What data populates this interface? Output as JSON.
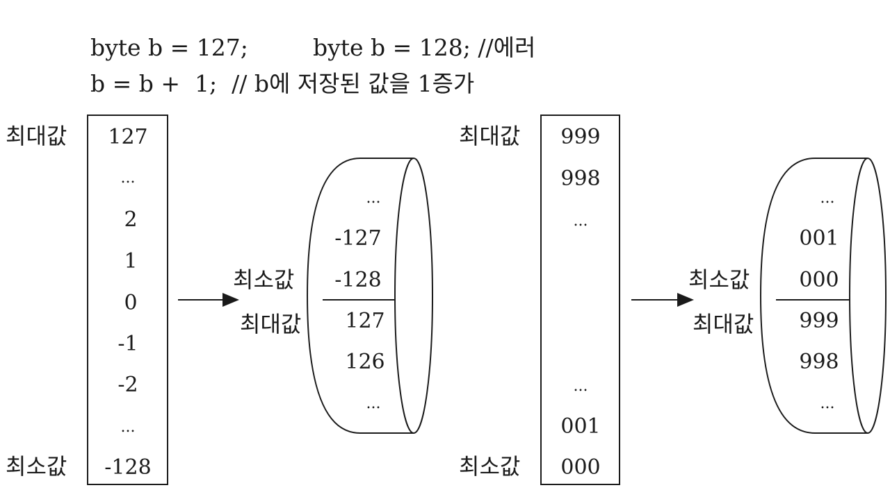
{
  "code": {
    "line1a": "byte b = 127;",
    "line1b": "byte b = 128; //에러",
    "line2": "b = b +  1;  // b에 저장된 값을 1증가"
  },
  "labels": {
    "max": "최대값",
    "min": "최소값"
  },
  "byte_column": [
    "127",
    "...",
    "2",
    "1",
    "0",
    "-1",
    "-2",
    "...",
    "-128"
  ],
  "byte_ring": {
    "upper": [
      "...",
      "-127",
      "-128"
    ],
    "lower": [
      "127",
      "126",
      "..."
    ]
  },
  "decimal_column": [
    "999",
    "998",
    "...",
    "...",
    "001",
    "000"
  ],
  "decimal_ring": {
    "upper": [
      "...",
      "001",
      "000"
    ],
    "lower": [
      "999",
      "998",
      "..."
    ]
  }
}
